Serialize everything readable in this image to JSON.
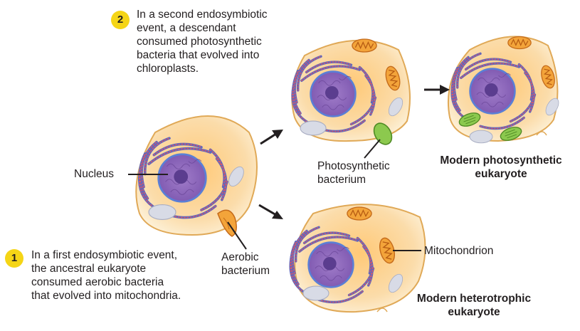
{
  "steps": [
    {
      "number": "1",
      "lines": [
        "In a first endosymbiotic event,",
        "the ancestral eukaryote",
        "consumed aerobic bacteria",
        "that evolved into mitochondria."
      ]
    },
    {
      "number": "2",
      "lines": [
        "In a second endosymbiotic",
        "event,  a descendant",
        "consumed photosynthetic",
        "bacteria that evolved into",
        "chloroplasts."
      ]
    }
  ],
  "labels": {
    "nucleus": "Nucleus",
    "aerobic_bacterium": [
      "Aerobic",
      "bacterium"
    ],
    "photosynthetic_bacterium": [
      "Photosynthetic",
      "bacterium"
    ],
    "mitochondrion": "Mitochondrion"
  },
  "results": {
    "photosynthetic": [
      "Modern photosynthetic",
      "eukaryote"
    ],
    "heterotrophic": [
      "Modern heterotrophic",
      "eukaryote"
    ]
  },
  "colors": {
    "cell_fill": "#fbe2b4",
    "cell_inner": "#fdd99a",
    "cell_outline": "#e0a957",
    "nucleus": "#8a64b8",
    "nucleolus": "#5b3d8f",
    "er": "#6a6fc0",
    "mitochondrion": "#f1a338",
    "chloroplast": "#86c44a",
    "vacuole": "#d7dbe8",
    "badge": "#f5d516"
  }
}
